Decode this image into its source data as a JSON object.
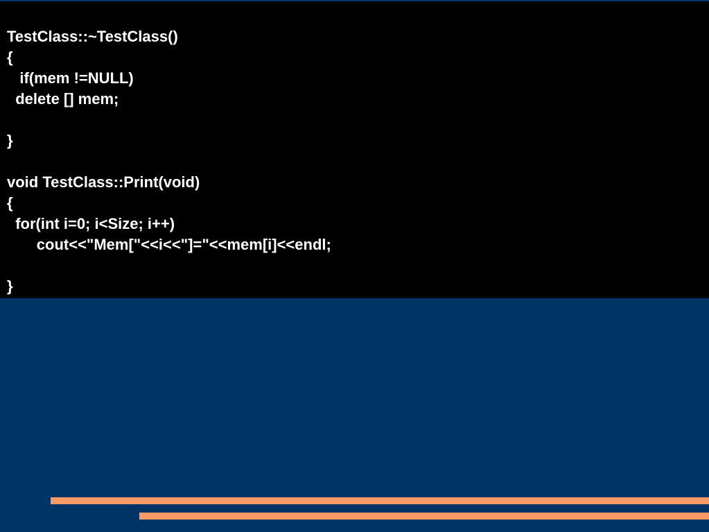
{
  "colors": {
    "background": "#003366",
    "code_background": "#000000",
    "code_text": "#ffffff",
    "accent": "#ff9966"
  },
  "code": {
    "lines": [
      "TestClass::~TestClass()",
      "{",
      "   if(mem !=NULL)",
      "  delete [] mem;",
      "",
      "}",
      "",
      "void TestClass::Print(void)",
      "{",
      "  for(int i=0; i<Size; i++)",
      "       cout<<\"Mem[\"<<i<<\"]=\"<<mem[i]<<endl;",
      "",
      "}"
    ]
  }
}
